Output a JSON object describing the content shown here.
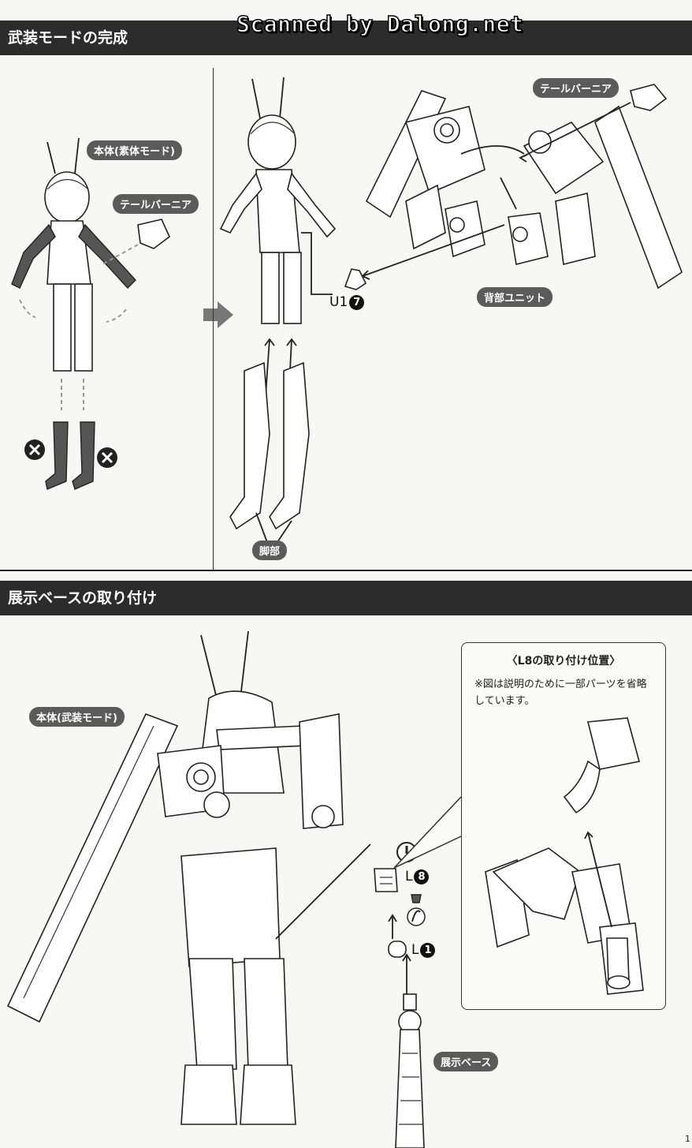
{
  "watermark": "Scanned by Dalong.net",
  "section1": {
    "title": "武装モードの完成",
    "labels": {
      "body_plain": "本体(素体モード)",
      "tail_verniers_left": "テールバーニア",
      "tail_verniers_right": "テールバーニア",
      "back_unit": "背部ユニット",
      "legs": "脚部"
    },
    "part_u": {
      "letter": "U1",
      "number": "7"
    }
  },
  "section2": {
    "title": "展示ベースの取り付け",
    "labels": {
      "body_armed": "本体(武装モード)",
      "display_base": "展示ベース"
    },
    "parts": [
      {
        "letter": "L",
        "number": "8"
      },
      {
        "letter": "L",
        "number": "1"
      }
    ],
    "warning_icon": "exclamation-icon",
    "callout": {
      "title": "〈L8の取り付け位置〉",
      "note": "※図は説明のために一部パーツを省略しています。"
    }
  },
  "page_number": "1"
}
